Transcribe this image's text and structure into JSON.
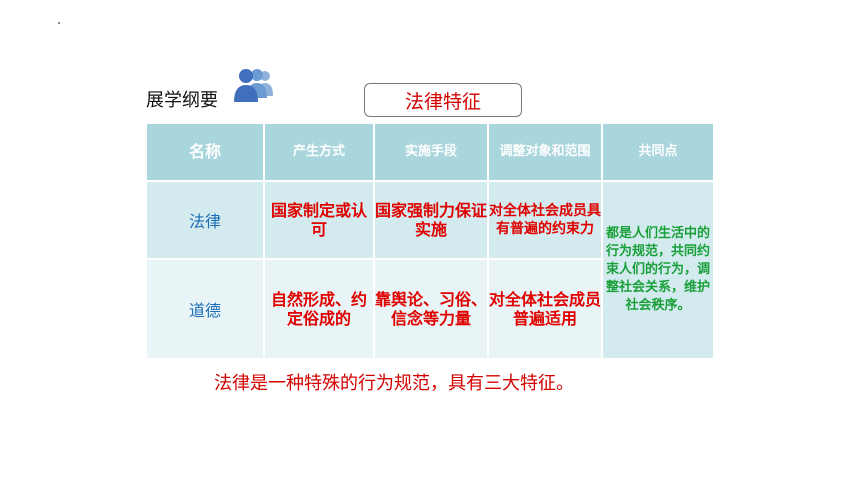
{
  "header": {
    "label": "展学纲要",
    "icon": "people-group-icon"
  },
  "title": "法律特征",
  "table": {
    "headers": [
      "名称",
      "产生方式",
      "实施手段",
      "调整对象和范围",
      "共同点"
    ],
    "rows": [
      {
        "name": "法律",
        "production": "国家制定或认可",
        "enforcement": "国家强制力保证实施",
        "scope": "对全体社会成员具有普遍的约束力"
      },
      {
        "name": "道德",
        "production": "自然形成、约定俗成的",
        "enforcement": "靠舆论、习俗、信念等力量",
        "scope": "对全体社会成员普遍适用"
      }
    ],
    "common": "都是人们生活中的行为规范，共同约束人们的行为，调整社会关系，维护社会秩序。"
  },
  "footer": "法律是一种特殊的行为规范，具有三大特征。",
  "colors": {
    "red": "#e00000",
    "green": "#1aa03a",
    "blue": "#1a6cb8",
    "header_bg": "#a9d5dc"
  }
}
